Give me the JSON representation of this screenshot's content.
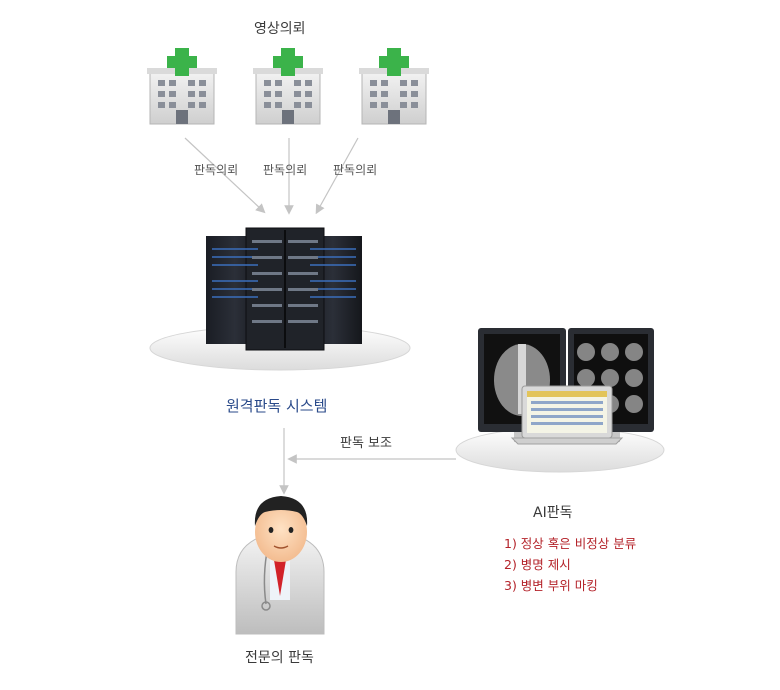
{
  "top_label": "영상의뢰",
  "request_labels": [
    "판독의뢰",
    "판독의뢰",
    "판독의뢰"
  ],
  "system_label": "원격판독 시스템",
  "assist_label": "판독 보조",
  "ai_label": "AI판독",
  "ai_features": [
    "1) 정상 혹은 비정상 분류",
    "2) 병명 제시",
    "3) 병변 부위 마킹"
  ],
  "doctor_label": "전문의 판독",
  "colors": {
    "cross": "#3bb34a",
    "arrow": "#c4c4c4",
    "title_blue": "#2a4a8a",
    "feature_red": "#b4232a"
  },
  "icons": [
    "hospital-icon",
    "server-rack-icon",
    "monitor-icon",
    "laptop-icon",
    "doctor-icon"
  ]
}
